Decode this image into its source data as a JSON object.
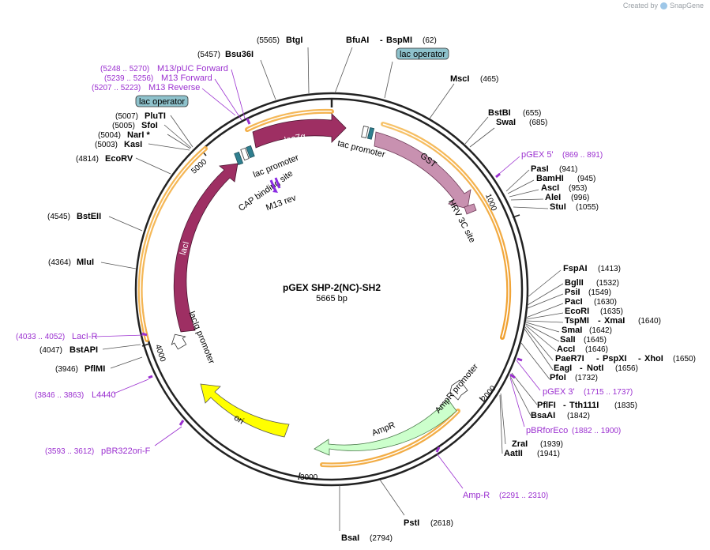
{
  "credit": {
    "text": "Created by",
    "brand": "SnapGene"
  },
  "plasmid": {
    "name": "pGEX SHP-2(NC)-SH2",
    "length": "5665 bp"
  },
  "ticks": [
    "1000",
    "2000",
    "3000",
    "4000",
    "5000"
  ],
  "tags": {
    "lac_op_top": "lac operator",
    "lac_op_left": "lac operator"
  },
  "enzymes": {
    "btgi": {
      "name": "BtgI",
      "pos": "(5565)"
    },
    "bfuai": {
      "name": "BfuAI",
      "sep": "-",
      "name2": "BspMI",
      "pos": "(62)"
    },
    "bsu36i": {
      "name": "Bsu36I",
      "pos": "(5457)"
    },
    "msci": {
      "name": "MscI",
      "pos": "(465)"
    },
    "bstbi": {
      "name": "BstBI",
      "pos": "(655)"
    },
    "swai": {
      "name": "SwaI",
      "pos": "(685)"
    },
    "pasi": {
      "name": "PasI",
      "pos": "(941)"
    },
    "bamhi": {
      "name": "BamHI",
      "pos": "(945)"
    },
    "asci": {
      "name": "AscI",
      "pos": "(953)"
    },
    "alei": {
      "name": "AleI",
      "pos": "(996)"
    },
    "stui": {
      "name": "StuI",
      "pos": "(1055)"
    },
    "fspai": {
      "name": "FspAI",
      "pos": "(1413)"
    },
    "bglii": {
      "name": "BglII",
      "pos": "(1532)"
    },
    "psii": {
      "name": "PsiI",
      "pos": "(1549)"
    },
    "paci": {
      "name": "PacI",
      "pos": "(1630)"
    },
    "ecori": {
      "name": "EcoRI",
      "pos": "(1635)"
    },
    "tspmi": {
      "name": "TspMI",
      "sep": "-",
      "name2": "XmaI",
      "pos": "(1640)"
    },
    "smai": {
      "name": "SmaI",
      "pos": "(1642)"
    },
    "sali": {
      "name": "SalI",
      "pos": "(1645)"
    },
    "acci": {
      "name": "AccI",
      "pos": "(1646)"
    },
    "paer7i": {
      "name": "PaeR7I",
      "sep": "-",
      "name2": "PspXI",
      "sep2": "-",
      "name3": "XhoI",
      "pos": "(1650)"
    },
    "eagi": {
      "name": "EagI",
      "sep": "-",
      "name2": "NotI",
      "pos": "(1656)"
    },
    "pfoi": {
      "name": "PfoI",
      "pos": "(1732)"
    },
    "pflfi": {
      "name": "PflFI",
      "sep": "-",
      "name2": "Tth111I",
      "pos": "(1835)"
    },
    "bsaai": {
      "name": "BsaAI",
      "pos": "(1842)"
    },
    "zrai": {
      "name": "ZraI",
      "pos": "(1939)"
    },
    "aatii": {
      "name": "AatII",
      "pos": "(1941)"
    },
    "psti": {
      "name": "PstI",
      "pos": "(2618)"
    },
    "bsai": {
      "name": "BsaI",
      "pos": "(2794)"
    },
    "pflmi": {
      "name": "PflMI",
      "pos": "(3946)"
    },
    "bstapi": {
      "name": "BstAPI",
      "pos": "(4047)"
    },
    "mlui": {
      "name": "MluI",
      "pos": "(4364)"
    },
    "bsteii": {
      "name": "BstEII",
      "pos": "(4545)"
    },
    "ecorv": {
      "name": "EcoRV",
      "pos": "(4814)"
    },
    "kasi": {
      "name": "KasI",
      "pos": "(5003)"
    },
    "nari": {
      "name": "NarI *",
      "pos": "(5004)"
    },
    "sfoi": {
      "name": "SfoI",
      "pos": "(5005)"
    },
    "pluti": {
      "name": "PluTI",
      "pos": "(5007)"
    }
  },
  "primers": {
    "m13puc": {
      "pos": "(5248 .. 5270)",
      "name": "M13/pUC Forward"
    },
    "m13fwd": {
      "pos": "(5239 .. 5256)",
      "name": "M13 Forward"
    },
    "m13rev": {
      "pos": "(5207 .. 5223)",
      "name": "M13 Reverse"
    },
    "pgex5": {
      "name": "pGEX 5'",
      "pos": "(869 .. 891)"
    },
    "pgex3": {
      "name": "pGEX 3'",
      "pos": "(1715 .. 1737)"
    },
    "pbrforeco": {
      "name": "pBRforEco",
      "pos": "(1882 .. 1900)"
    },
    "ampr": {
      "name": "Amp-R",
      "pos": "(2291 .. 2310)"
    },
    "pbr322ori": {
      "pos": "(3593 .. 3612)",
      "name": "pBR322ori-F"
    },
    "l4440": {
      "pos": "(3846 .. 3863)",
      "name": "L4440"
    },
    "laci_r": {
      "pos": "(4033 .. 4052)",
      "name": "LacI-R"
    }
  },
  "features": {
    "laczalpha": "lacZα",
    "gst": "GST",
    "hrv3c": "HRV 3C site",
    "tacprom": "tac promoter",
    "lacprom": "lac promoter",
    "cap": "CAP binding site",
    "m13rev": "M13 rev",
    "laci": "lacI",
    "lacIqprom": "lacIq promoter",
    "ori": "ori",
    "ampr": "AmpR",
    "amprprom": "AmpR promoter"
  },
  "colors": {
    "backbone": "#222222",
    "orange": "#f0a030",
    "lacI": "#9e2f63",
    "gst": "#c891b0",
    "ori": "#ffff00",
    "ampr": "#ccffcc",
    "primer": "#9b30d0",
    "operator": "#8ec2cc"
  }
}
